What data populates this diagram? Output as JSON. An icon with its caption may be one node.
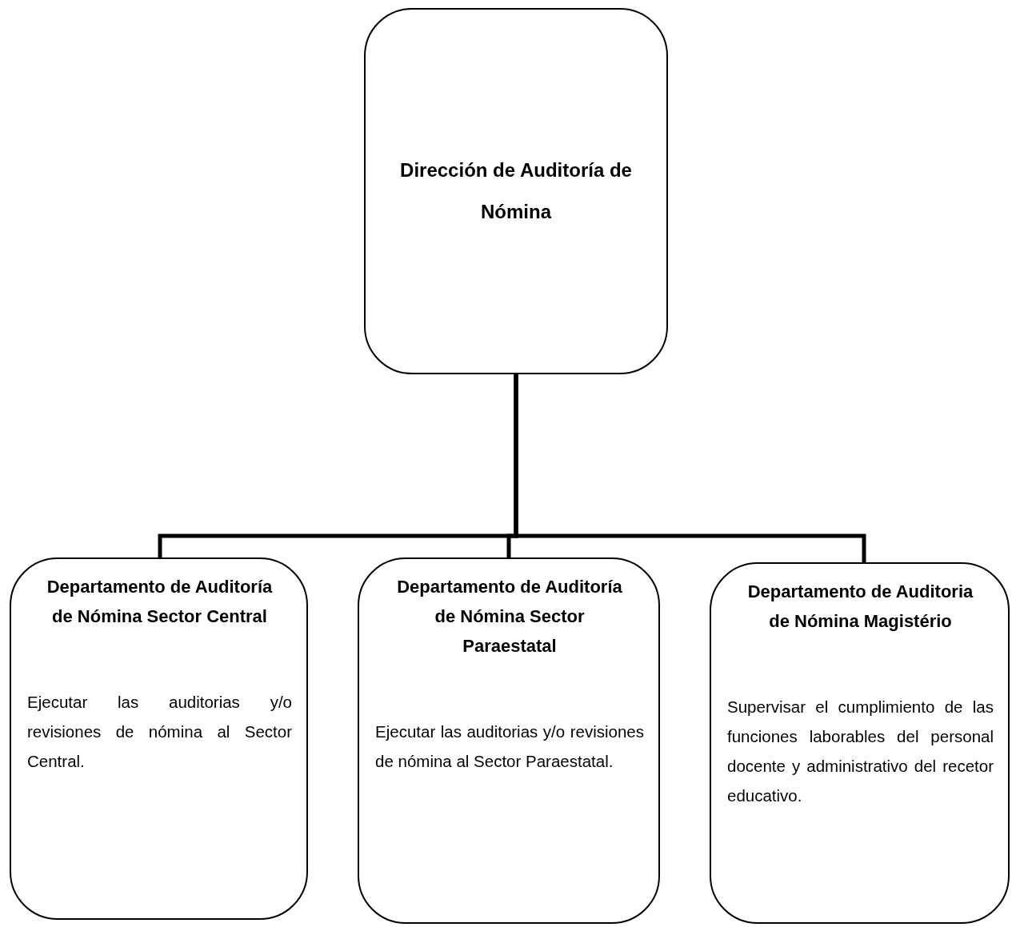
{
  "diagram": {
    "nodes": [
      {
        "text": [
          "Dirección de Auditoría de Nómina"
        ]
      },
      {
        "text": [
          "Departamento de Auditoría de Nómina Sector Central",
          "Ejecutar las auditorias y/o revisiones de nómina al Sector Central."
        ]
      },
      {
        "text": [
          "Departamento de Auditoría de Nómina Sector Paraestatal",
          "Ejecutar las auditorias y/o revisiones de nómina al Sector Paraestatal."
        ]
      },
      {
        "text": [
          "Departamento de Auditoria de Nómina Magistério",
          "Supervisar el cumplimiento de las funciones laborables del personal docente y administrativo del recetor educativo."
        ]
      }
    ],
    "edges": [
      {
        "from": 0,
        "to": 1,
        "arrow": "none"
      },
      {
        "from": 0,
        "to": 2,
        "arrow": "none"
      },
      {
        "from": 0,
        "to": 3,
        "arrow": "none"
      }
    ]
  }
}
